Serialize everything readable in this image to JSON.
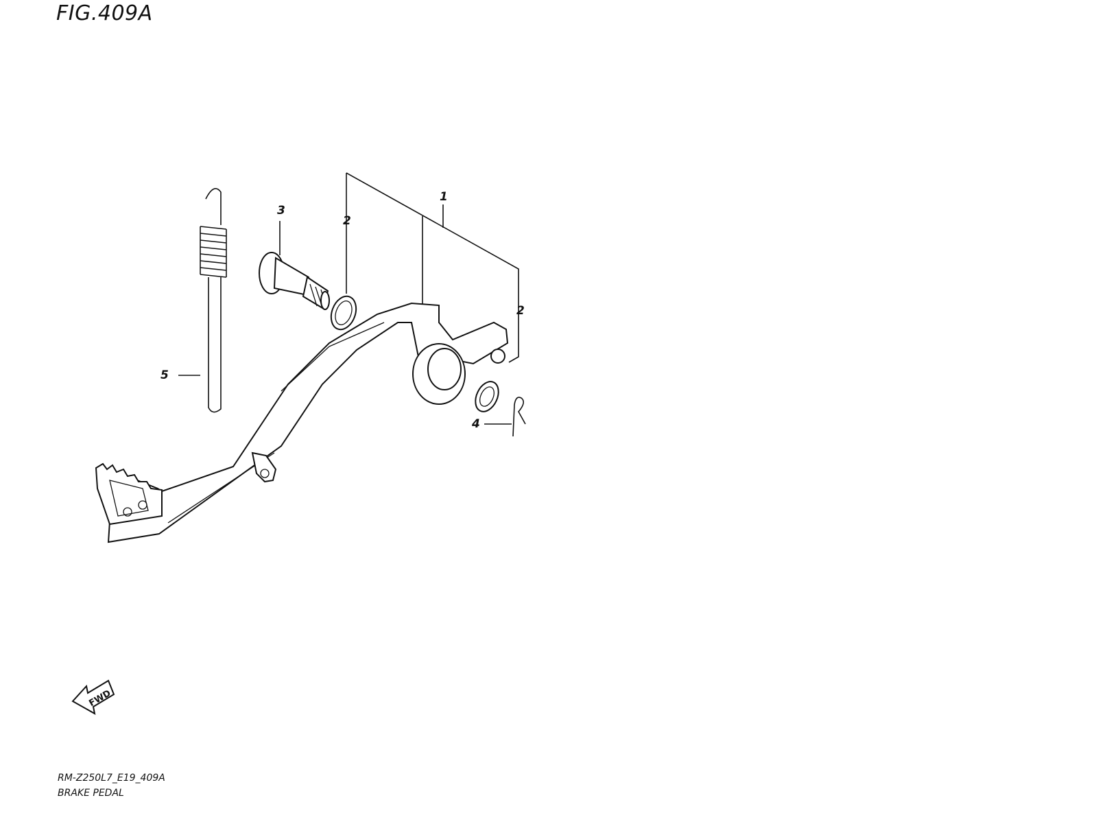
{
  "figure": {
    "title": "FIG.409A",
    "drawing_code": "RM-Z250L7_E19_409A",
    "name": "BRAKE PEDAL"
  },
  "callouts": [
    {
      "id": "callout-1",
      "label": "1"
    },
    {
      "id": "callout-2-top",
      "label": "2"
    },
    {
      "id": "callout-2-right",
      "label": "2"
    },
    {
      "id": "callout-3",
      "label": "3"
    },
    {
      "id": "callout-4",
      "label": "4"
    },
    {
      "id": "callout-5",
      "label": "5"
    }
  ],
  "direction_marker": {
    "label": "FWD",
    "icon": "fwd-arrow-icon"
  },
  "colors": {
    "ink": "#111111",
    "background": "#ffffff"
  }
}
